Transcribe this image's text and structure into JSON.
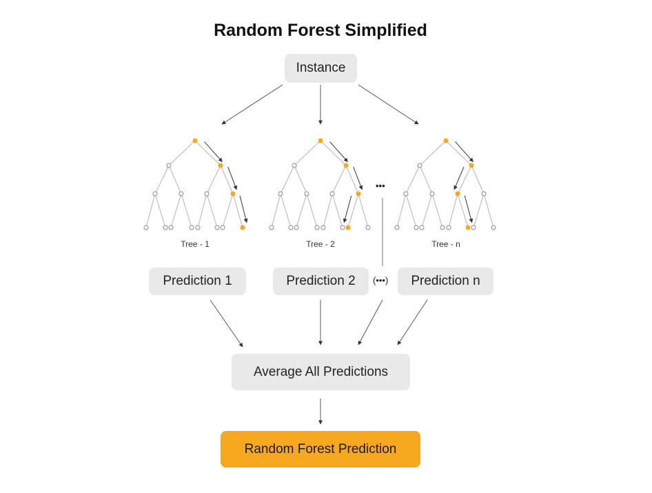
{
  "title": "Random Forest Simplified",
  "instance_label": "Instance",
  "trees": [
    {
      "label": "Tree - 1",
      "path": [
        "R",
        "R",
        "R"
      ]
    },
    {
      "label": "Tree - 2",
      "path": [
        "R",
        "R",
        "L"
      ]
    },
    {
      "label": "Tree - n",
      "path": [
        "R",
        "L",
        "R"
      ]
    }
  ],
  "tree_ellipsis": "•••",
  "predictions": [
    "Prediction 1",
    "Prediction 2",
    "Prediction n"
  ],
  "prediction_ellipsis": "(•••)",
  "average_label": "Average All Predictions",
  "final_label": "Random Forest Prediction",
  "colors": {
    "accent": "#f6a81e",
    "box": "#e9e9e9",
    "line": "#bdbdbd"
  }
}
